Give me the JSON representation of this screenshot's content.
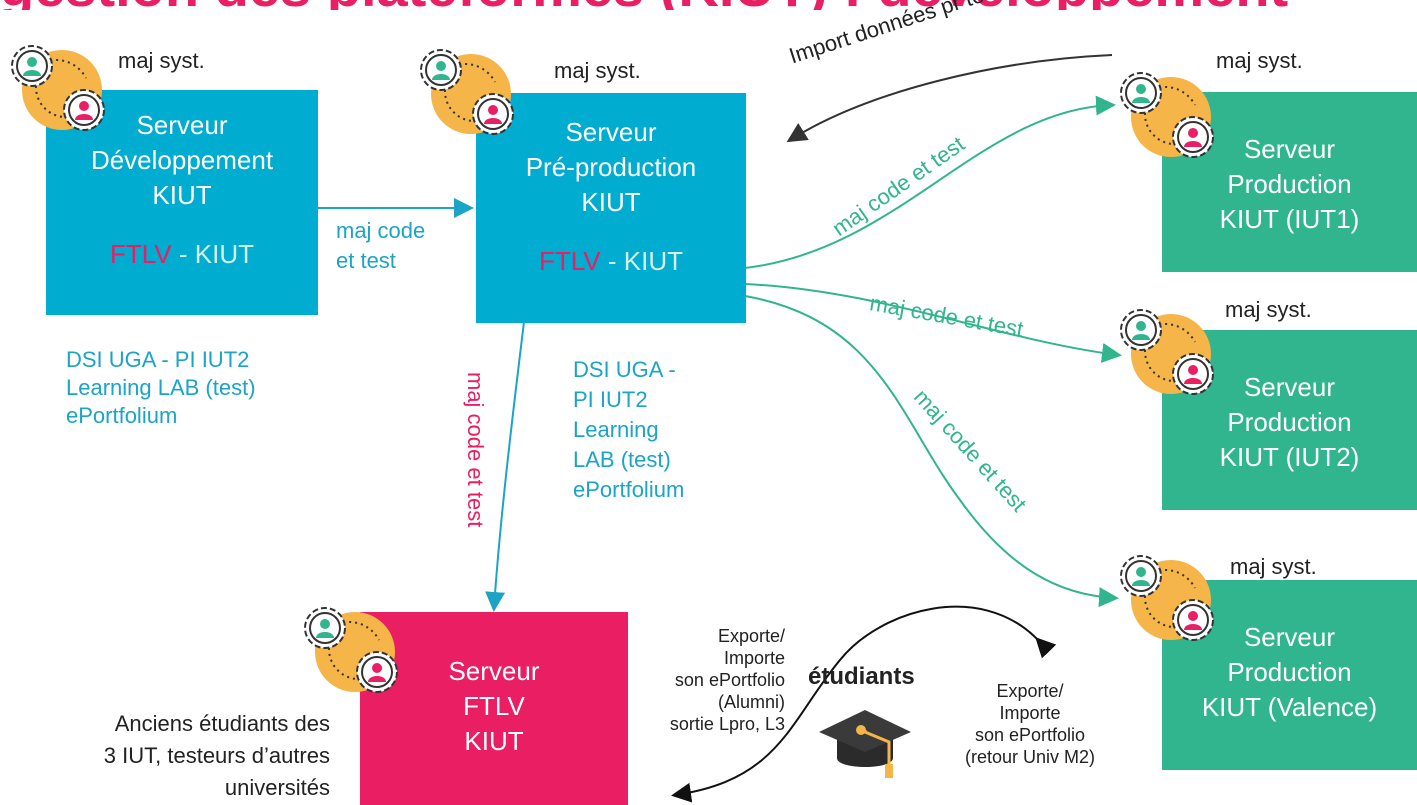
{
  "slide": {
    "title": "gestion des plateformes (KIUT) : développement"
  },
  "servers": {
    "dev": {
      "lines": [
        "Serveur",
        "Développement",
        "KIUT"
      ],
      "ftlv": "FTLV",
      "sep": " - ",
      "kiut": "KIUT",
      "maj": "maj syst."
    },
    "preprod": {
      "lines": [
        "Serveur",
        "Pré-production",
        "KIUT"
      ],
      "ftlv": "FTLV",
      "sep": " - ",
      "kiut": "KIUT",
      "maj": "maj syst."
    },
    "prod1": {
      "lines": [
        "Serveur",
        "Production",
        "KIUT (IUT1)"
      ],
      "maj": "maj syst."
    },
    "prod2": {
      "lines": [
        "Serveur",
        "Production",
        "KIUT (IUT2)"
      ],
      "maj": "maj syst."
    },
    "prod3": {
      "lines": [
        "Serveur",
        "Production",
        "KIUT (Valence)"
      ],
      "maj": "maj syst."
    },
    "ftlv": {
      "lines": [
        "Serveur",
        "FTLV",
        "KIUT"
      ]
    }
  },
  "notes": {
    "dev_team": [
      "DSI UGA - PI IUT2",
      "Learning LAB (test)",
      "ePortfolium"
    ],
    "preprod_team": [
      "DSI UGA -",
      "PI IUT2",
      "Learning",
      "LAB (test)",
      "ePortfolium"
    ],
    "anciens": [
      "Anciens étudiants des",
      "3 IUT, testeurs d’autres",
      "universités"
    ]
  },
  "arrows": {
    "dev_to_preprod": [
      "maj code",
      "et test"
    ],
    "import": "Import données pr test",
    "to_prod1": "maj code et test",
    "to_prod2": "maj code et test",
    "to_prod3": "maj code et test",
    "to_ftlv": "maj code et test"
  },
  "students": {
    "label": "étudiants",
    "left": [
      "Exporte/",
      "Importe",
      "son ePortfolio",
      "(Alumni)",
      "sortie Lpro, L3"
    ],
    "right": [
      "Exporte/",
      "Importe",
      "son ePortfolio",
      "(retour Univ M2)"
    ]
  },
  "colors": {
    "blue": "#00acd0",
    "green": "#30b58e",
    "pink": "#e91e63",
    "orange": "#f5b548"
  },
  "icons": [
    "gear-user-icon",
    "graduation-cap-icon"
  ]
}
